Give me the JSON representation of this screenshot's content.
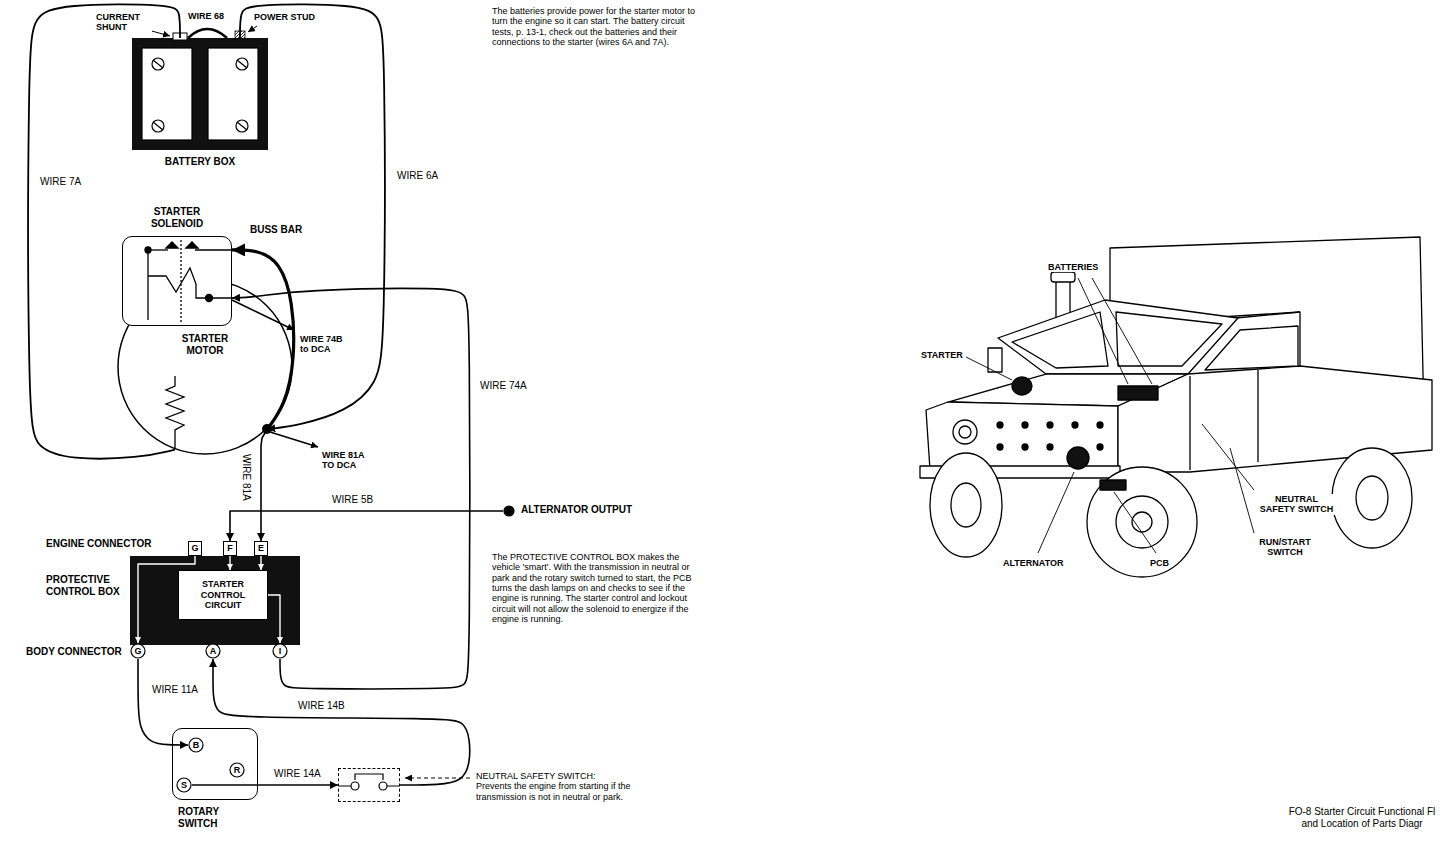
{
  "diagram": {
    "caption": "FO-8 Starter Circuit Functional Fl and Location of Parts Diagr",
    "nodes": [
      {
        "text": [
          "BATTERY BOX"
        ]
      },
      {
        "text": [
          "STARTER SOLENOID"
        ]
      },
      {
        "text": [
          "STARTER MOTOR"
        ]
      },
      {
        "text": [
          "ALTERNATOR OUTPUT"
        ]
      },
      {
        "text": [
          "PROTECTIVE CONTROL BOX"
        ]
      },
      {
        "text": [
          "G"
        ],
        "in": 4
      },
      {
        "text": [
          "F"
        ],
        "in": 4
      },
      {
        "text": [
          "E"
        ],
        "in": 4
      },
      {
        "text": [
          "STARTER CONTROL CIRCUIT"
        ],
        "in": 4
      },
      {
        "text": [
          "G"
        ],
        "in": 4
      },
      {
        "text": [
          "A"
        ],
        "in": 4
      },
      {
        "text": [
          "I"
        ],
        "in": 4
      },
      {
        "text": [
          "ROTARY SWITCH"
        ]
      },
      {
        "text": [
          "B"
        ],
        "in": 12
      },
      {
        "text": [
          "R"
        ],
        "in": 12
      },
      {
        "text": [
          "S"
        ],
        "in": 12
      },
      {
        "text": [
          "NEUTRAL SAFETY SWITCH: Prevents the engine from starting if the transmission is not in neutral or park."
        ]
      }
    ],
    "edges": [
      {
        "from": 0,
        "to": 2,
        "arrow": "none",
        "label": "WIRE 7A"
      },
      {
        "from": 0,
        "to": 2,
        "arrow": "to",
        "label": "WIRE 6A"
      },
      {
        "from": 2,
        "to": 1,
        "arrow": "to",
        "label": "BUSS BAR"
      },
      {
        "from": 11,
        "to": 1,
        "arrow": "to",
        "label": "WIRE 74A"
      },
      {
        "from": 2,
        "to": 7,
        "arrow": "to",
        "label": "WIRE 81A"
      },
      {
        "from": 3,
        "to": 6,
        "arrow": "to",
        "label": "WIRE 5B"
      },
      {
        "from": 5,
        "to": 9,
        "arrow": "to"
      },
      {
        "from": 6,
        "to": 8,
        "arrow": "to"
      },
      {
        "from": 7,
        "to": 8,
        "arrow": "to"
      },
      {
        "from": 8,
        "to": 11,
        "arrow": "to"
      },
      {
        "from": 9,
        "to": 13,
        "arrow": "to",
        "label": "WIRE 11A"
      },
      {
        "from": 15,
        "to": 16,
        "arrow": "to",
        "label": "WIRE 14A"
      },
      {
        "from": 16,
        "to": 10,
        "arrow": "to",
        "label": "WIRE 14B"
      }
    ],
    "labels": [
      "CURRENT SHUNT",
      "WIRE 68",
      "POWER STUD",
      "The batteries provide power for the starter motor to turn the engine so it can start. The battery circuit tests, p. 13-1, check out the batteries and their connections to the starter (wires 6A and 7A).",
      "WIRE 74B to DCA",
      "WIRE 81A TO DCA",
      "ENGINE CONNECTOR",
      "BODY CONNECTOR",
      "The PROTECTIVE CONTROL BOX makes the vehicle 'smart'. With the transmission in neutral or park and the rotary switch turned to start, the PCB turns the dash lamps on and checks to see if the engine is running. The starter control and lockout circuit will not allow the solenoid to energize if the engine is running.",
      "BATTERIES",
      "STARTER",
      "ALTERNATOR",
      "PCB",
      "NEUTRAL SAFETY SWITCH",
      "RUN/START SWITCH"
    ]
  }
}
